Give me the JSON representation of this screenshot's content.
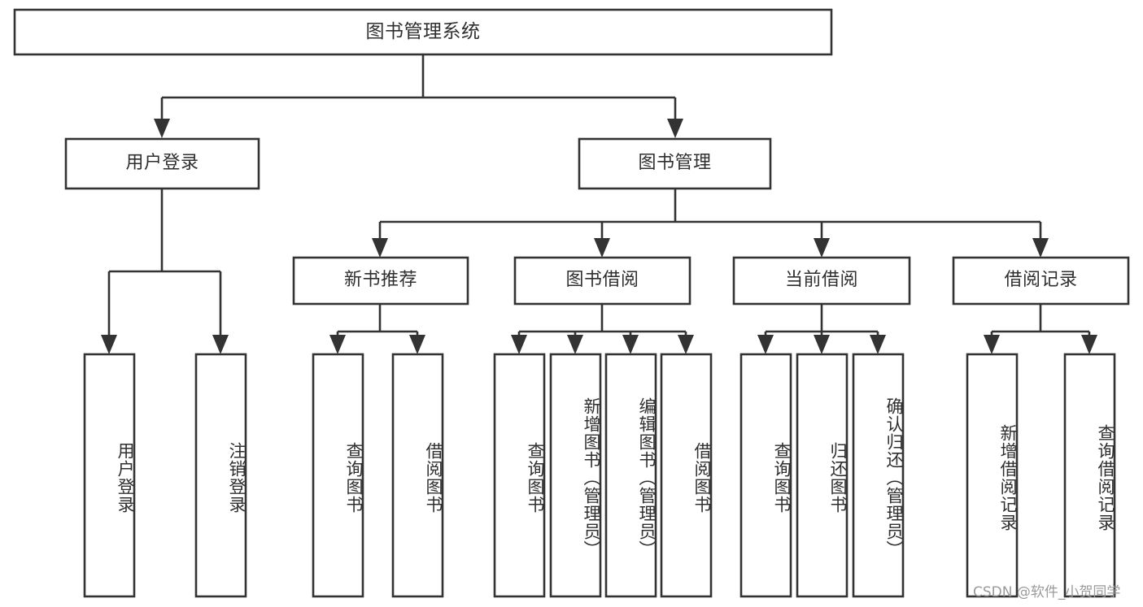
{
  "diagram": {
    "type": "tree",
    "title": "图书管理系统",
    "colors": {
      "box_stroke": "#333333",
      "box_fill": "#ffffff",
      "text": "#2f2f2f",
      "background": "#ffffff",
      "watermark": "#9a9a9a"
    },
    "root": {
      "label": "图书管理系统"
    },
    "level2": [
      {
        "label": "用户登录"
      },
      {
        "label": "图书管理"
      }
    ],
    "level3": [
      {
        "label": "新书推荐"
      },
      {
        "label": "图书借阅"
      },
      {
        "label": "当前借阅"
      },
      {
        "label": "借阅记录"
      }
    ],
    "leaves": {
      "user_login": [
        {
          "label": "用户登录"
        },
        {
          "label": "注销登录"
        }
      ],
      "new_book_recommend": [
        {
          "label": "查询图书"
        },
        {
          "label": "借阅图书"
        }
      ],
      "book_borrow": [
        {
          "label": "查询图书"
        },
        {
          "label": "新增图书（管理员）"
        },
        {
          "label": "编辑图书（管理员）"
        },
        {
          "label": "借阅图书"
        }
      ],
      "current_borrow": [
        {
          "label": "查询图书"
        },
        {
          "label": "归还图书"
        },
        {
          "label": "确认归还（管理员）"
        }
      ],
      "borrow_record": [
        {
          "label": "新增借阅记录"
        },
        {
          "label": "查询借阅记录"
        }
      ]
    },
    "watermark": "CSDN @软件_小贺同学"
  }
}
